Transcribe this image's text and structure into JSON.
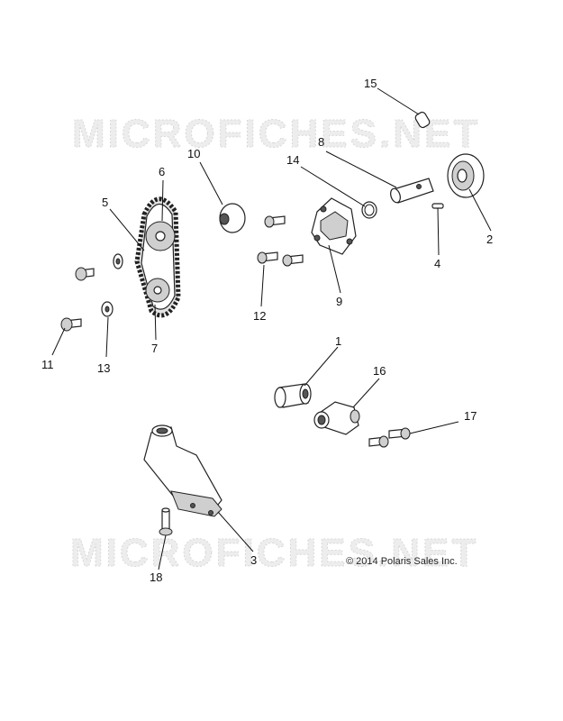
{
  "watermark": "MICROFICHES.NET",
  "copyright": "© 2014 Polaris Sales Inc.",
  "callouts": [
    "1",
    "2",
    "3",
    "4",
    "5",
    "6",
    "7",
    "8",
    "9",
    "10",
    "11",
    "12",
    "13",
    "14",
    "15",
    "16",
    "17",
    "18"
  ]
}
